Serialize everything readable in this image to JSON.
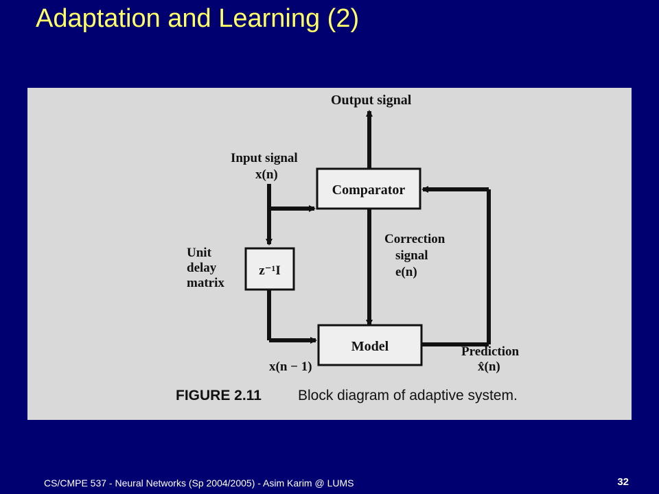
{
  "slide": {
    "title": "Adaptation and Learning (2)",
    "footer": "CS/CMPE 537 - Neural Networks (Sp 2004/2005) - Asim Karim @ LUMS",
    "page_number": "32"
  },
  "figure": {
    "output_signal": "Output signal",
    "input_signal": "Input signal",
    "input_var": "x(n)",
    "comparator": "Comparator",
    "correction_line1": "Correction",
    "correction_line2": "signal",
    "correction_var": "e(n)",
    "unit_delay_line1": "Unit",
    "unit_delay_line2": "delay",
    "unit_delay_line3": "matrix",
    "delay_operator": "z⁻¹I",
    "model": "Model",
    "delayed_var": "x(n − 1)",
    "prediction": "Prediction",
    "prediction_var": "x̂(n)",
    "caption_label": "FIGURE 2.11",
    "caption_text": "Block diagram of adaptive system."
  }
}
